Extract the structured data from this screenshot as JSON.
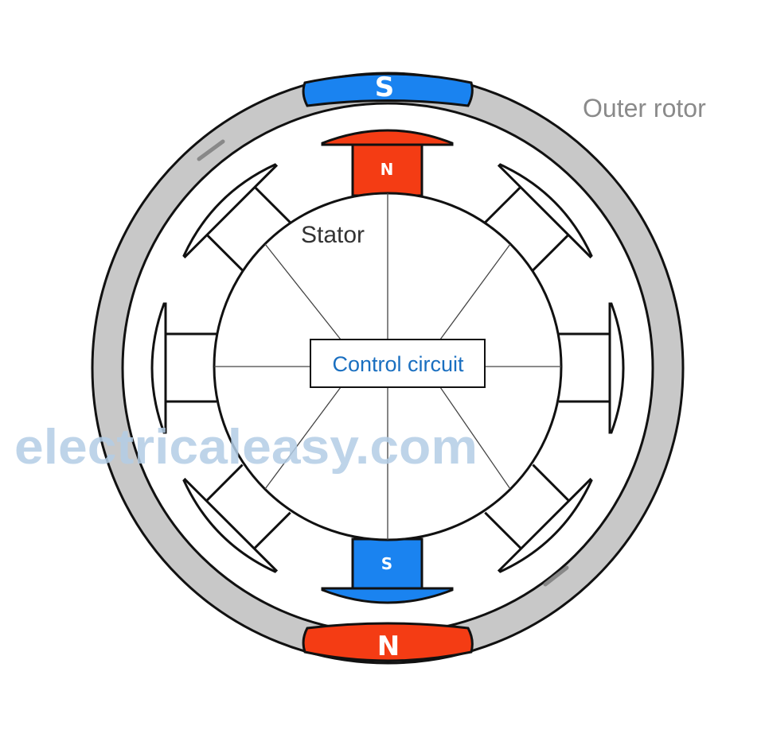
{
  "labels": {
    "outer_rotor": "Outer rotor",
    "stator": "Stator",
    "control_circuit": "Control circuit",
    "watermark": "electricaleasy.com"
  },
  "rotor_magnets": {
    "top": "S",
    "bottom": "N"
  },
  "stator_poles": {
    "top": "N",
    "bottom": "S"
  },
  "colors": {
    "rotor_ring": "#c8c8c8",
    "north": "#f43c14",
    "south": "#1a83f0",
    "outline": "#111111"
  }
}
